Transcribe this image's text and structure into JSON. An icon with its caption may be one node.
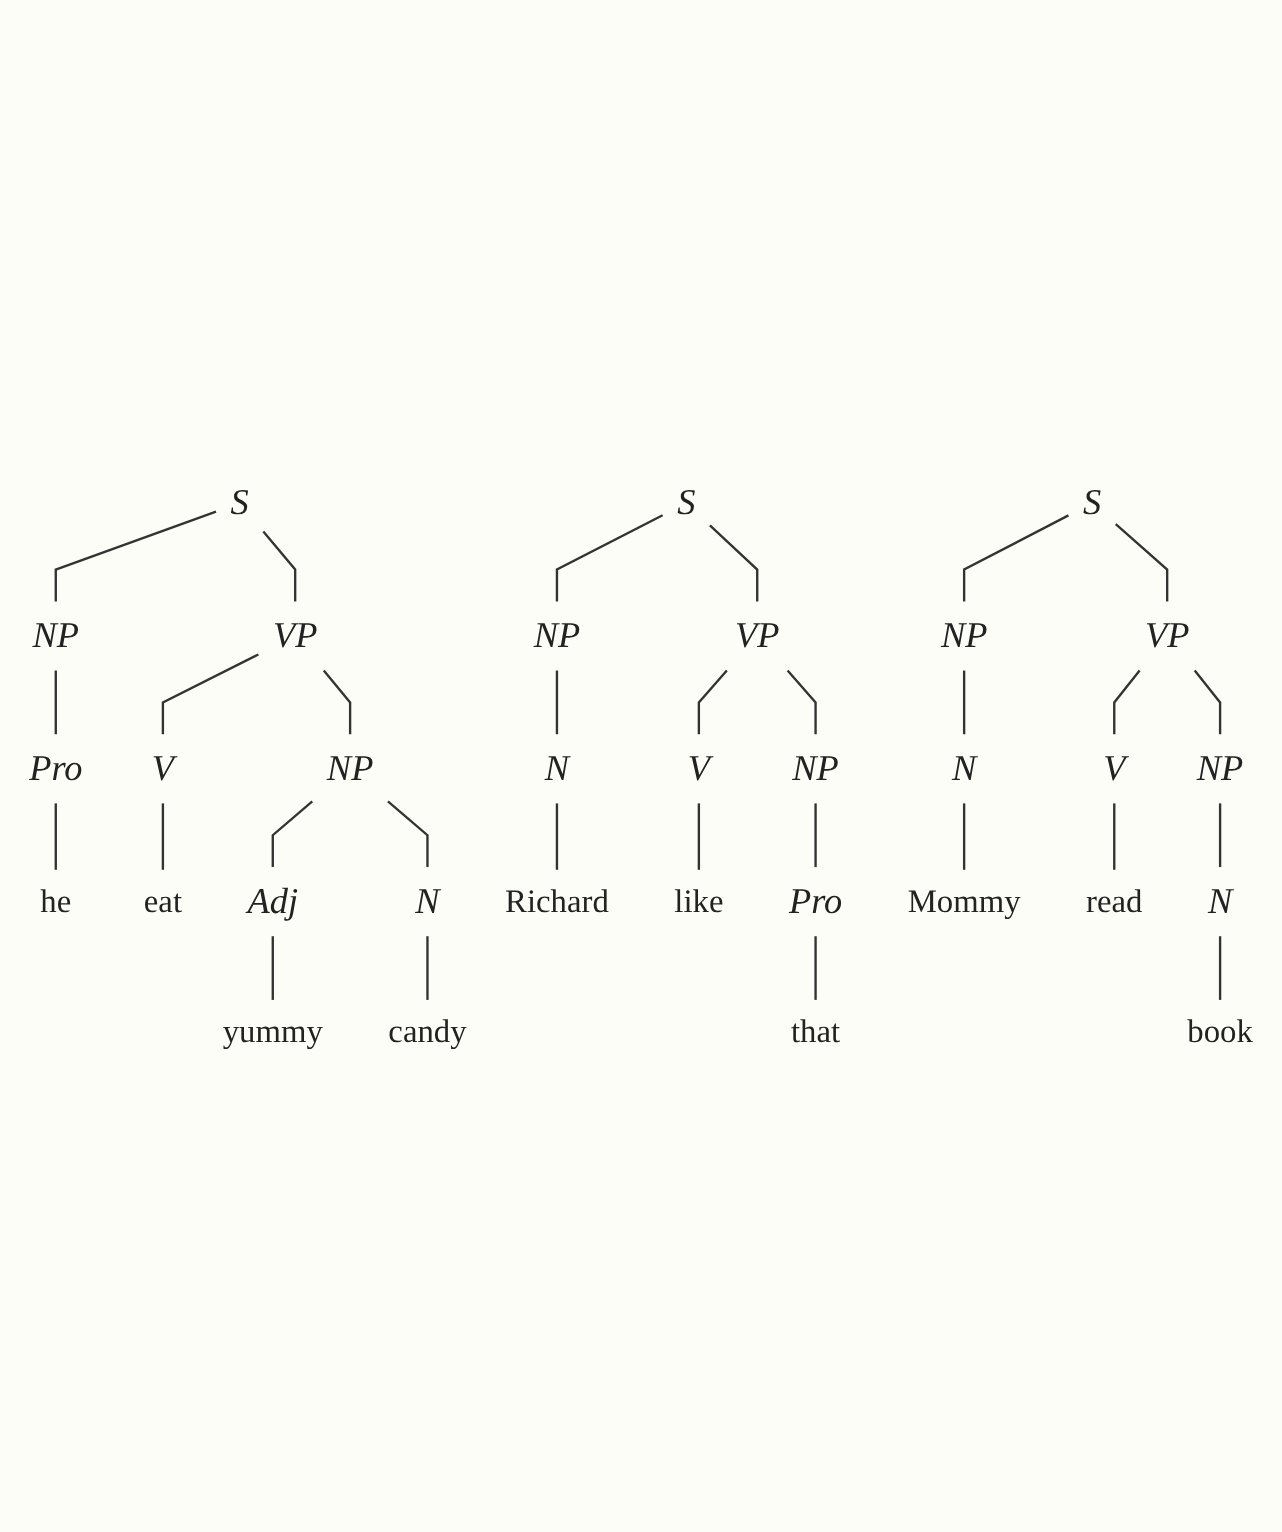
{
  "diagram": {
    "nodes": [
      {
        "text": [
          "S"
        ]
      },
      {
        "text": [
          "NP"
        ]
      },
      {
        "text": [
          "VP"
        ]
      },
      {
        "text": [
          "Pro"
        ]
      },
      {
        "text": [
          "V"
        ]
      },
      {
        "text": [
          "NP"
        ]
      },
      {
        "text": [
          "Adj"
        ]
      },
      {
        "text": [
          "N"
        ]
      },
      {
        "text": [
          "he"
        ]
      },
      {
        "text": [
          "eat"
        ]
      },
      {
        "text": [
          "yummy"
        ]
      },
      {
        "text": [
          "candy"
        ]
      },
      {
        "text": [
          "S"
        ]
      },
      {
        "text": [
          "NP"
        ]
      },
      {
        "text": [
          "VP"
        ]
      },
      {
        "text": [
          "N"
        ]
      },
      {
        "text": [
          "V"
        ]
      },
      {
        "text": [
          "NP"
        ]
      },
      {
        "text": [
          "Pro"
        ]
      },
      {
        "text": [
          "Richard"
        ]
      },
      {
        "text": [
          "like"
        ]
      },
      {
        "text": [
          "that"
        ]
      },
      {
        "text": [
          "S"
        ]
      },
      {
        "text": [
          "NP"
        ]
      },
      {
        "text": [
          "VP"
        ]
      },
      {
        "text": [
          "N"
        ]
      },
      {
        "text": [
          "V"
        ]
      },
      {
        "text": [
          "NP"
        ]
      },
      {
        "text": [
          "N"
        ]
      },
      {
        "text": [
          "Mommy"
        ]
      },
      {
        "text": [
          "read"
        ]
      },
      {
        "text": [
          "book"
        ]
      }
    ],
    "edges": [
      {
        "from": 0,
        "to": 1,
        "arrow": "none"
      },
      {
        "from": 0,
        "to": 2,
        "arrow": "none"
      },
      {
        "from": 1,
        "to": 3,
        "arrow": "none"
      },
      {
        "from": 2,
        "to": 4,
        "arrow": "none"
      },
      {
        "from": 2,
        "to": 5,
        "arrow": "none"
      },
      {
        "from": 5,
        "to": 6,
        "arrow": "none"
      },
      {
        "from": 5,
        "to": 7,
        "arrow": "none"
      },
      {
        "from": 3,
        "to": 8,
        "arrow": "none"
      },
      {
        "from": 4,
        "to": 9,
        "arrow": "none"
      },
      {
        "from": 6,
        "to": 10,
        "arrow": "none"
      },
      {
        "from": 7,
        "to": 11,
        "arrow": "none"
      },
      {
        "from": 12,
        "to": 13,
        "arrow": "none"
      },
      {
        "from": 12,
        "to": 14,
        "arrow": "none"
      },
      {
        "from": 13,
        "to": 15,
        "arrow": "none"
      },
      {
        "from": 14,
        "to": 16,
        "arrow": "none"
      },
      {
        "from": 14,
        "to": 17,
        "arrow": "none"
      },
      {
        "from": 17,
        "to": 18,
        "arrow": "none"
      },
      {
        "from": 15,
        "to": 19,
        "arrow": "none"
      },
      {
        "from": 16,
        "to": 20,
        "arrow": "none"
      },
      {
        "from": 18,
        "to": 21,
        "arrow": "none"
      },
      {
        "from": 22,
        "to": 23,
        "arrow": "none"
      },
      {
        "from": 22,
        "to": 24,
        "arrow": "none"
      },
      {
        "from": 23,
        "to": 25,
        "arrow": "none"
      },
      {
        "from": 24,
        "to": 26,
        "arrow": "none"
      },
      {
        "from": 24,
        "to": 27,
        "arrow": "none"
      },
      {
        "from": 27,
        "to": 28,
        "arrow": "none"
      },
      {
        "from": 25,
        "to": 29,
        "arrow": "none"
      },
      {
        "from": 26,
        "to": 30,
        "arrow": "none"
      },
      {
        "from": 28,
        "to": 31,
        "arrow": "none"
      }
    ]
  }
}
